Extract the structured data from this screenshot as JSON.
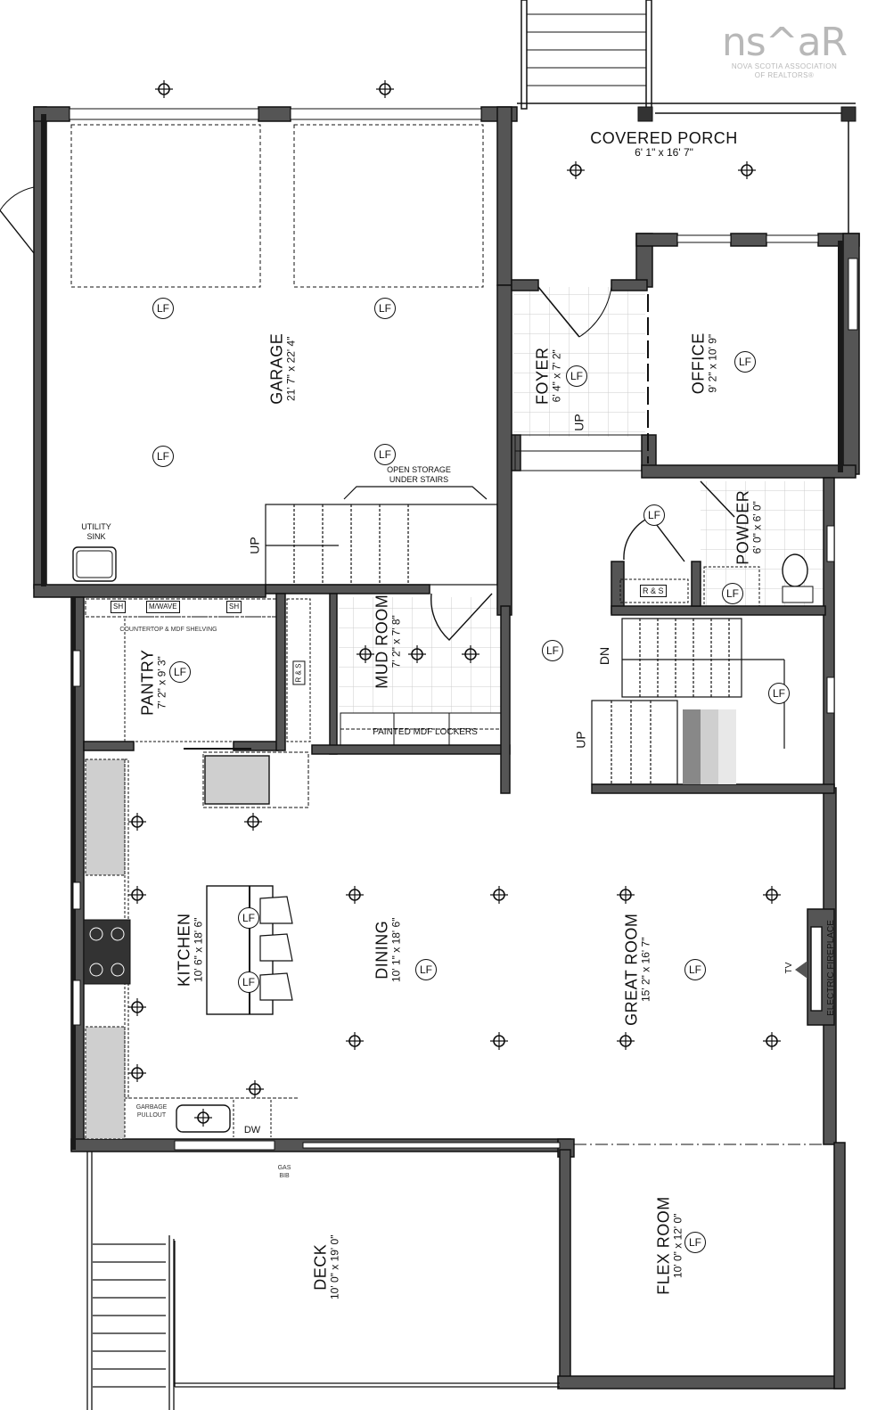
{
  "logo": {
    "mark": "ns^aR",
    "line1": "NOVA SCOTIA ASSOCIATION",
    "line2": "OF REALTORS®"
  },
  "colors": {
    "wall": "#555555",
    "wall_dark": "#1a1a1a",
    "grid": "#cccccc",
    "logo": "#b8b8b8",
    "shade": "#cfcfcf"
  },
  "rooms": {
    "covered_porch": {
      "name": "COVERED PORCH",
      "dims": "6' 1\" x 16' 7\""
    },
    "garage": {
      "name": "GARAGE",
      "dims": "21' 7\" x 22' 4\""
    },
    "foyer": {
      "name": "FOYER",
      "dims": "6' 4\" x 7' 2\""
    },
    "office": {
      "name": "OFFICE",
      "dims": "9' 2\" x 10' 9\""
    },
    "powder": {
      "name": "POWDER",
      "dims": "6' 0\" x 6' 0\""
    },
    "mud_room": {
      "name": "MUD ROOM",
      "dims": "7' 2\" x 7' 8\""
    },
    "pantry": {
      "name": "PANTRY",
      "dims": "7' 2\" x 9' 3\""
    },
    "kitchen": {
      "name": "KITCHEN",
      "dims": "10' 6\" x 18' 6\""
    },
    "dining": {
      "name": "DINING",
      "dims": "10' 1\" x 18' 6\""
    },
    "great_room": {
      "name": "GREAT ROOM",
      "dims": "15' 2\" x 16' 7\""
    },
    "deck": {
      "name": "DECK",
      "dims": "10' 0\" x 19' 0\""
    },
    "flex_room": {
      "name": "FLEX ROOM",
      "dims": "10' 0\" x 12' 0\""
    }
  },
  "annotations": {
    "open_storage": "OPEN STORAGE",
    "under_stairs": "UNDER STAIRS",
    "utility": "UTILITY",
    "sink": "SINK",
    "mwave": "M/WAVE",
    "sh": "SH",
    "countertop": "COUNTERTOP & MDF SHELVING",
    "rs": "R & S",
    "lockers": "PAINTED MDF LOCKERS",
    "garbage": "GARBAGE",
    "pullout": "PULLOUT",
    "dw": "DW",
    "gas": "GAS",
    "bib": "BIB",
    "fireplace": "ELECTRIC FIREPLACE",
    "tv": "TV",
    "up": "UP",
    "dn": "DN",
    "lf": "LF"
  }
}
